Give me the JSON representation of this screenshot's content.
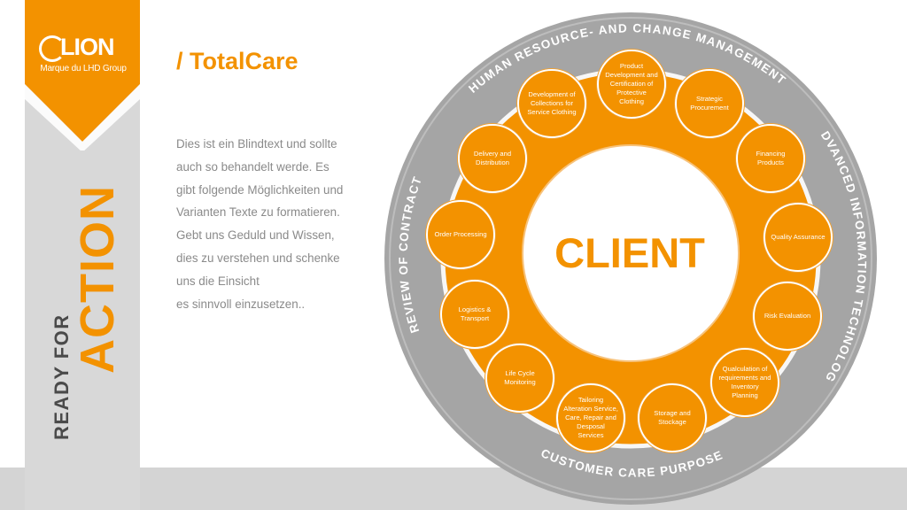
{
  "brand": {
    "logo_name": "LION",
    "logo_subtitle": "Marque du LHD Group",
    "tagline_top": "READY FOR",
    "tagline_main": "ACTION",
    "accent_color": "#f39200",
    "panel_gray": "#d8d8d8",
    "dark_gray": "#4a4a4a"
  },
  "page": {
    "title": "/ TotalCare",
    "body_lines": [
      "Dies ist ein Blindtext und sollte",
      "auch so behandelt werde. Es",
      "gibt folgende Möglichkeiten und",
      "Varianten Texte zu formatieren.",
      "Gebt uns Geduld und Wissen,",
      "dies zu verstehen und schenke",
      "uns die Einsicht",
      "es sinnvoll einzusetzen.."
    ]
  },
  "diagram": {
    "center_label": "CLIENT",
    "ring_labels": {
      "top": "HUMAN RESOURCE- AND CHANGE MANAGEMENT",
      "right": "ADVANCED INFORMATION TECHNOLOGY",
      "bottom": "CUSTOMER CARE PURPOSE",
      "left": "REVIEW OF CONTRACT"
    },
    "nodes": [
      "Product Development and Certification of Protective Clothing",
      "Strategic Procurement",
      "Financing Products",
      "Quality Assurance",
      "Risk Evaluation",
      "Qualculation of requirements and Inventory Planning",
      "Storage and Stockage",
      "Tailoring Alteration Service, Care, Repair and Desposal Services",
      "Life Cycle Monitoring",
      "Logistics & Transport",
      "Order Processing",
      "Delivery and Distribution",
      "Development of Collections for Service Clothing"
    ]
  }
}
